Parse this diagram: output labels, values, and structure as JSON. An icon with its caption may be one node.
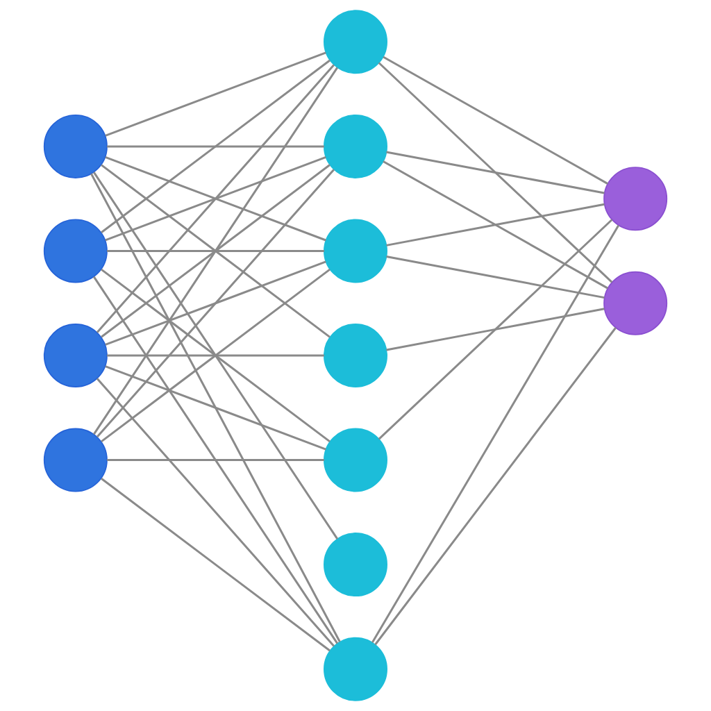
{
  "diagram": {
    "nodes": [
      {
        "text": [],
        "shape": "circle"
      },
      {
        "text": [],
        "shape": "circle"
      },
      {
        "text": [],
        "shape": "circle"
      },
      {
        "text": [],
        "shape": "circle"
      },
      {
        "text": [],
        "shape": "circle"
      },
      {
        "text": [],
        "shape": "circle"
      },
      {
        "text": [],
        "shape": "circle"
      },
      {
        "text": [],
        "shape": "circle"
      },
      {
        "text": [],
        "shape": "circle"
      },
      {
        "text": [],
        "shape": "circle"
      },
      {
        "text": [],
        "shape": "circle"
      },
      {
        "text": [],
        "shape": "circle"
      },
      {
        "text": [],
        "shape": "circle"
      }
    ],
    "edges": [
      {
        "from": 0,
        "to": 4,
        "arrow": "none"
      },
      {
        "from": 0,
        "to": 5,
        "arrow": "none"
      },
      {
        "from": 0,
        "to": 6,
        "arrow": "none"
      },
      {
        "from": 0,
        "to": 7,
        "arrow": "none"
      },
      {
        "from": 0,
        "to": 9,
        "arrow": "none"
      },
      {
        "from": 0,
        "to": 10,
        "arrow": "none"
      },
      {
        "from": 1,
        "to": 4,
        "arrow": "none"
      },
      {
        "from": 1,
        "to": 5,
        "arrow": "none"
      },
      {
        "from": 1,
        "to": 6,
        "arrow": "none"
      },
      {
        "from": 1,
        "to": 8,
        "arrow": "none"
      },
      {
        "from": 1,
        "to": 10,
        "arrow": "none"
      },
      {
        "from": 2,
        "to": 4,
        "arrow": "none"
      },
      {
        "from": 2,
        "to": 5,
        "arrow": "none"
      },
      {
        "from": 2,
        "to": 6,
        "arrow": "none"
      },
      {
        "from": 2,
        "to": 7,
        "arrow": "none"
      },
      {
        "from": 2,
        "to": 8,
        "arrow": "none"
      },
      {
        "from": 2,
        "to": 10,
        "arrow": "none"
      },
      {
        "from": 3,
        "to": 4,
        "arrow": "none"
      },
      {
        "from": 3,
        "to": 5,
        "arrow": "none"
      },
      {
        "from": 3,
        "to": 6,
        "arrow": "none"
      },
      {
        "from": 3,
        "to": 8,
        "arrow": "none"
      },
      {
        "from": 3,
        "to": 10,
        "arrow": "none"
      },
      {
        "from": 4,
        "to": 11,
        "arrow": "none"
      },
      {
        "from": 4,
        "to": 12,
        "arrow": "none"
      },
      {
        "from": 5,
        "to": 11,
        "arrow": "none"
      },
      {
        "from": 5,
        "to": 12,
        "arrow": "none"
      },
      {
        "from": 6,
        "to": 11,
        "arrow": "none"
      },
      {
        "from": 6,
        "to": 12,
        "arrow": "none"
      },
      {
        "from": 7,
        "to": 12,
        "arrow": "none"
      },
      {
        "from": 8,
        "to": 11,
        "arrow": "none"
      },
      {
        "from": 10,
        "to": 11,
        "arrow": "none"
      },
      {
        "from": 10,
        "to": 12,
        "arrow": "none"
      }
    ]
  }
}
